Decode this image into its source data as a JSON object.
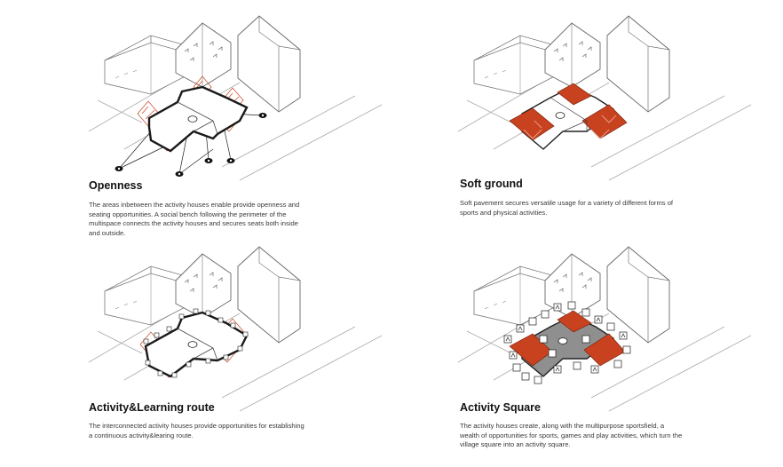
{
  "colors": {
    "accent": "#c9421f",
    "line": "#444444",
    "light_line": "#9a9a9a",
    "ground_grey": "#8f8f8f"
  },
  "panels": [
    {
      "id": "openness",
      "title": "Openness",
      "text_lines": [
        "The areas inbetween the activity houses enable provide openness and",
        "seating opportunities. A social bench following the perimeter of the",
        "multispace connects  the activity houses and secures seats both inside",
        "and outside."
      ]
    },
    {
      "id": "soft-ground",
      "title": "Soft ground",
      "text_lines": [
        "Soft pavement secures versatile usage  for a variety of different forms of",
        "sports and physical activities."
      ]
    },
    {
      "id": "activity-learning-route",
      "title": "Activity&Learning route",
      "text_lines": [
        "The interconnected activity houses provide opportunities for establishing",
        "a continuous activity&learing route."
      ]
    },
    {
      "id": "activity-square",
      "title": "Activity Square",
      "text_lines": [
        "The activity houses create, along with the multipurpose sportsfield, a",
        "wealth of opportunities for sports, games and play activities, which turn the",
        "village square into an activity square."
      ]
    }
  ]
}
